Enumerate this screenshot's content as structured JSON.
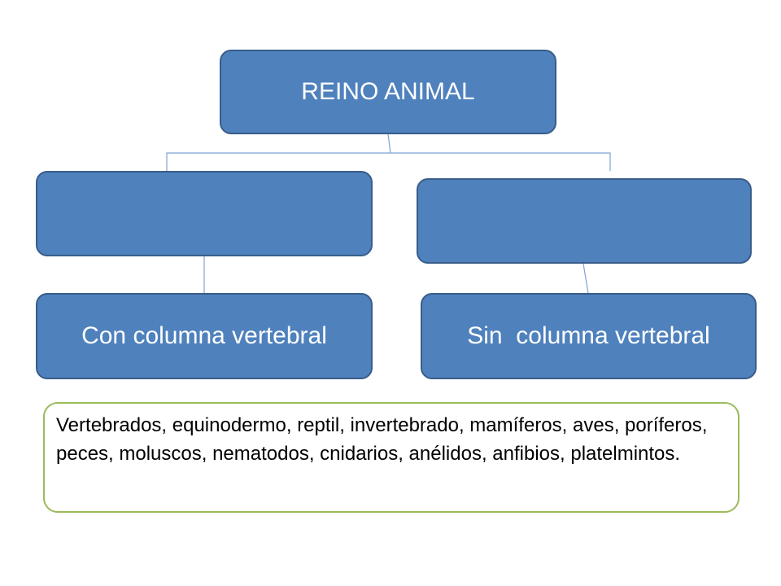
{
  "diagram": {
    "root": {
      "label": "REINO ANIMAL"
    },
    "level1_left": {
      "label": ""
    },
    "level1_right": {
      "label": ""
    },
    "level2_left": {
      "label": "Con columna vertebral"
    },
    "level2_right": {
      "label": "Sin  columna vertebral"
    }
  },
  "word_bank": {
    "text": "Vertebrados, equinodermo, reptil, invertebrado, mamíferos, aves, poríferos, peces, moluscos, nematodos, cnidarios, anélidos, anfibios, platelmintos."
  },
  "colors": {
    "node_fill": "#4f81bd",
    "node_border": "#385d8a",
    "connector": "#7fa3d0",
    "word_bank_border": "#9bbb59"
  }
}
